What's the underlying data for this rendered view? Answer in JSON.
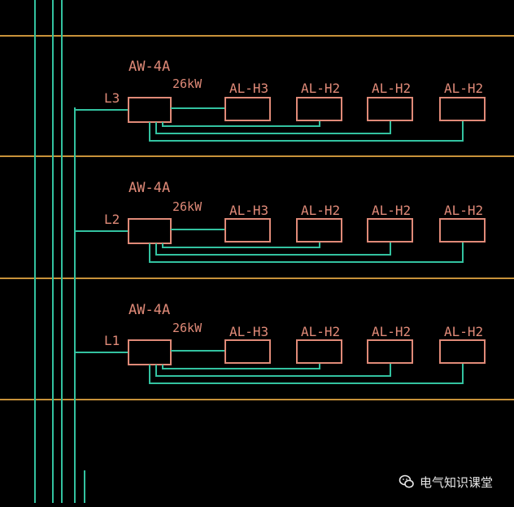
{
  "colors": {
    "background": "#000000",
    "floor_line": "#c8923a",
    "bus": "#33c2a0",
    "annotation": "#e08a78",
    "box_outline": "#e08a78"
  },
  "floors": [
    {
      "phase": "L3",
      "panel": {
        "name": "AW-4A",
        "power": "26kW"
      },
      "loads": [
        "AL-H3",
        "AL-H2",
        "AL-H2",
        "AL-H2"
      ]
    },
    {
      "phase": "L2",
      "panel": {
        "name": "AW-4A",
        "power": "26kW"
      },
      "loads": [
        "AL-H3",
        "AL-H2",
        "AL-H2",
        "AL-H2"
      ]
    },
    {
      "phase": "L1",
      "panel": {
        "name": "AW-4A",
        "power": "26kW"
      },
      "loads": [
        "AL-H3",
        "AL-H2",
        "AL-H2",
        "AL-H2"
      ]
    }
  ],
  "watermark": {
    "text": "电气知识课堂",
    "icon": "wechat-icon"
  }
}
